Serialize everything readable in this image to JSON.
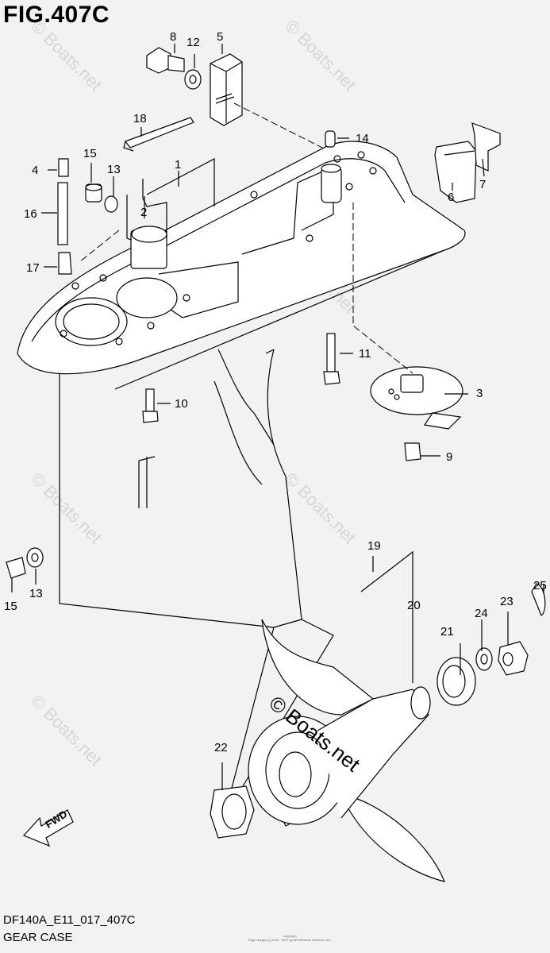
{
  "figure_title": "FIG.407C",
  "footer": {
    "code": "DF140A_E11_017_407C",
    "name": "GEAR CASE",
    "copyright_line1": "Copyright",
    "copyright_line2": "Page design (c) 2004 - 2017 by ARI Network Services, Inc."
  },
  "watermark_text": "© Boats.net",
  "fwd_label": "FWD",
  "callouts": [
    "1",
    "2",
    "3",
    "4",
    "5",
    "6",
    "7",
    "8",
    "9",
    "10",
    "11",
    "12",
    "13",
    "14",
    "15",
    "16",
    "17",
    "18",
    "19",
    "20",
    "21",
    "22",
    "23",
    "24",
    "25",
    "13",
    "15"
  ]
}
